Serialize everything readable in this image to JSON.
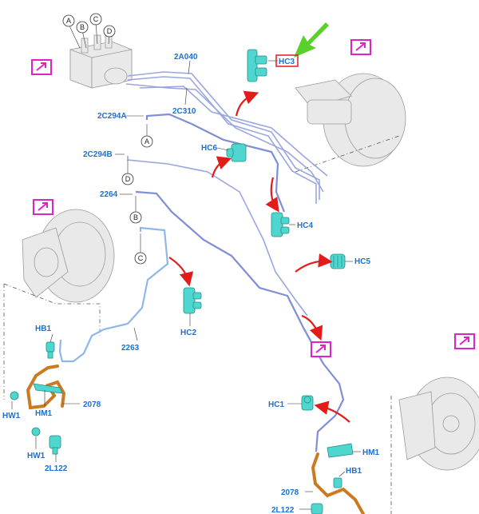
{
  "labels": {
    "l_2A040": "2A040",
    "l_2C310": "2C310",
    "l_2C294A": "2C294A",
    "l_2C294B": "2C294B",
    "l_2264": "2264",
    "l_2263": "2263",
    "l_HC1": "HC1",
    "l_HC2": "HC2",
    "l_HC3": "HC3",
    "l_HC4": "HC4",
    "l_HC5": "HC5",
    "l_HC6": "HC6",
    "l_HB1_left": "HB1",
    "l_HB1_right": "HB1",
    "l_HM1_left": "HM1",
    "l_HM1_right": "HM1",
    "l_HW1_a": "HW1",
    "l_HW1_b": "HW1",
    "l_2078_left": "2078",
    "l_2078_right": "2078",
    "l_2L122_left": "2L122",
    "l_2L122_right": "2L122"
  },
  "callouts": {
    "A": "A",
    "B": "B",
    "C": "C",
    "D": "D",
    "A2": "A",
    "B2": "B",
    "C2": "C",
    "D2": "D"
  },
  "colors": {
    "label_blue": "#1f6fd1",
    "brake_line": "#7f8ed6",
    "hose_orange": "#cc7a22",
    "clip_teal": "#4fd6cf",
    "arrow_red": "#e21b1b",
    "link_magenta": "#e021c8",
    "highlight_green": "#5ad02a"
  },
  "icons": {
    "link_icon": "external-link-arrow-icon",
    "pointer": "green-arrow-icon"
  }
}
